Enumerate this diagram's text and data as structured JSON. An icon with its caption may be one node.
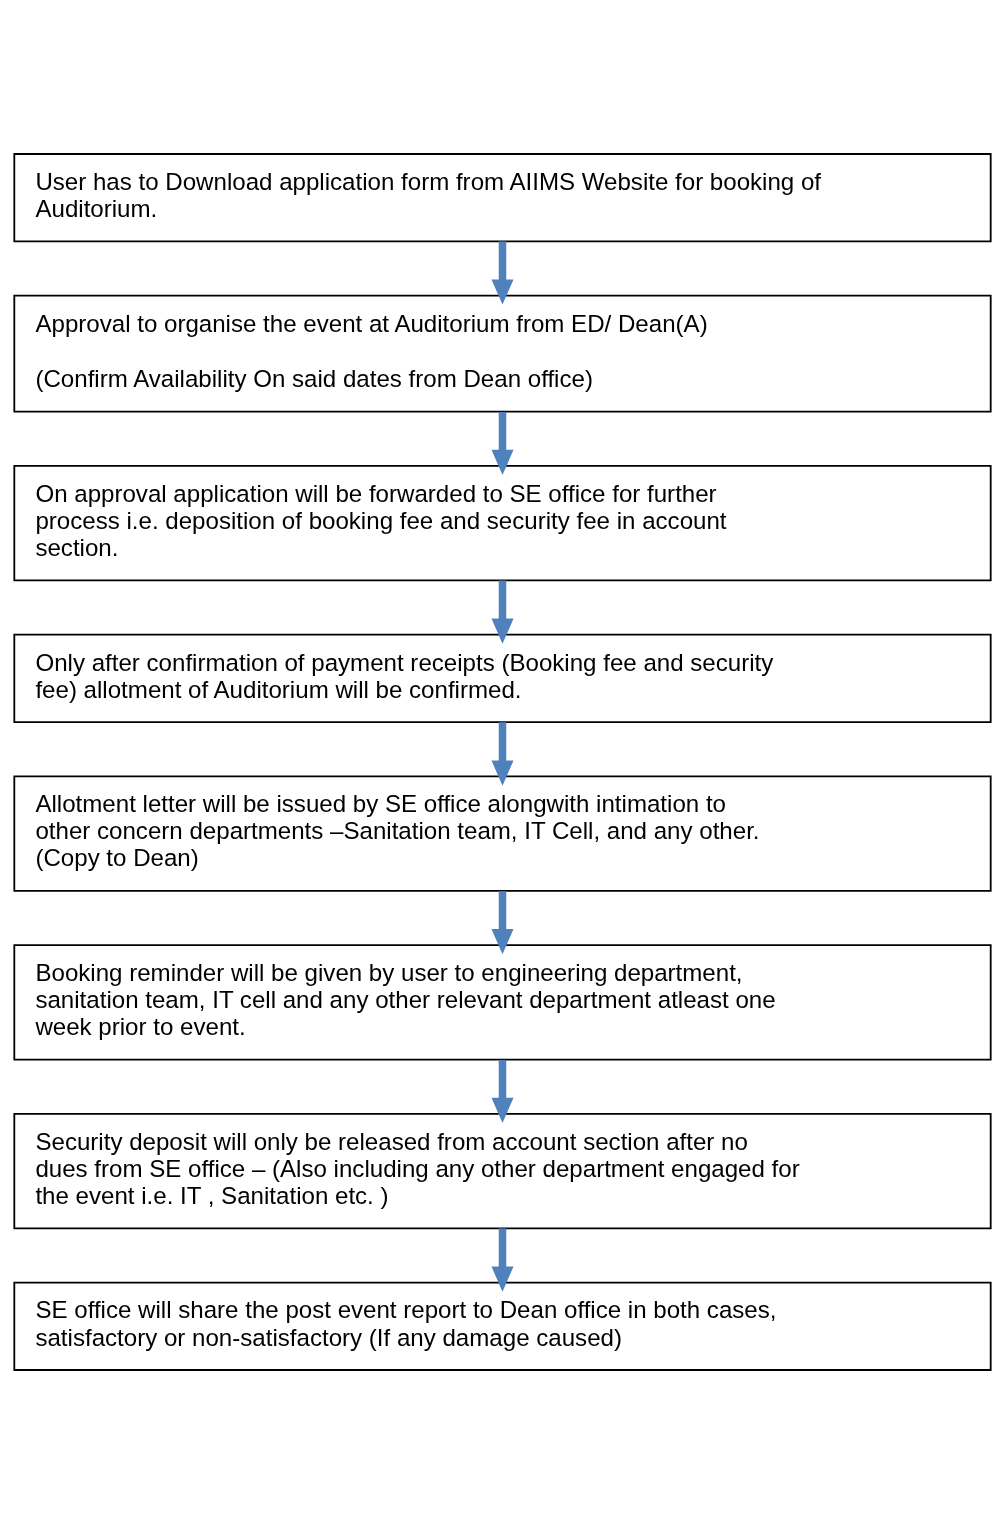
{
  "diagram": {
    "nodes": [
      {
        "text": [
          "User has to Download application form from AIIMS Website for booking of Auditorium."
        ]
      },
      {
        "text": [
          "Approval to organise the event at Auditorium from ED/ Dean(A)",
          "(Confirm Availability On said dates from Dean office)"
        ]
      },
      {
        "text": [
          "On approval application will be forwarded to SE office for further process i.e. deposition of booking fee and security fee in account section."
        ]
      },
      {
        "text": [
          "Only after confirmation of payment receipts (Booking fee and security fee) allotment of Auditorium will be confirmed."
        ]
      },
      {
        "text": [
          "Allotment letter will be issued by SE office alongwith intimation to other concern departments –Sanitation team, IT Cell, and any other. (Copy to Dean)"
        ]
      },
      {
        "text": [
          "Booking reminder will be given by user to engineering department, sanitation team, IT cell and any other relevant department atleast one week prior to event."
        ]
      },
      {
        "text": [
          "Security deposit will only be released from account section after no dues from SE office – (Also including any other department engaged for the event i.e. IT , Sanitation etc. )"
        ]
      },
      {
        "text": [
          "SE office will share the post event report to Dean office in both cases, satisfactory or non-satisfactory (If any damage caused)"
        ]
      }
    ],
    "edges": [
      {
        "from": 0,
        "to": 1,
        "arrow": "to"
      },
      {
        "from": 1,
        "to": 2,
        "arrow": "to"
      },
      {
        "from": 2,
        "to": 3,
        "arrow": "to"
      },
      {
        "from": 3,
        "to": 4,
        "arrow": "to"
      },
      {
        "from": 4,
        "to": 5,
        "arrow": "to"
      },
      {
        "from": 5,
        "to": 6,
        "arrow": "to"
      },
      {
        "from": 6,
        "to": 7,
        "arrow": "to"
      }
    ]
  }
}
